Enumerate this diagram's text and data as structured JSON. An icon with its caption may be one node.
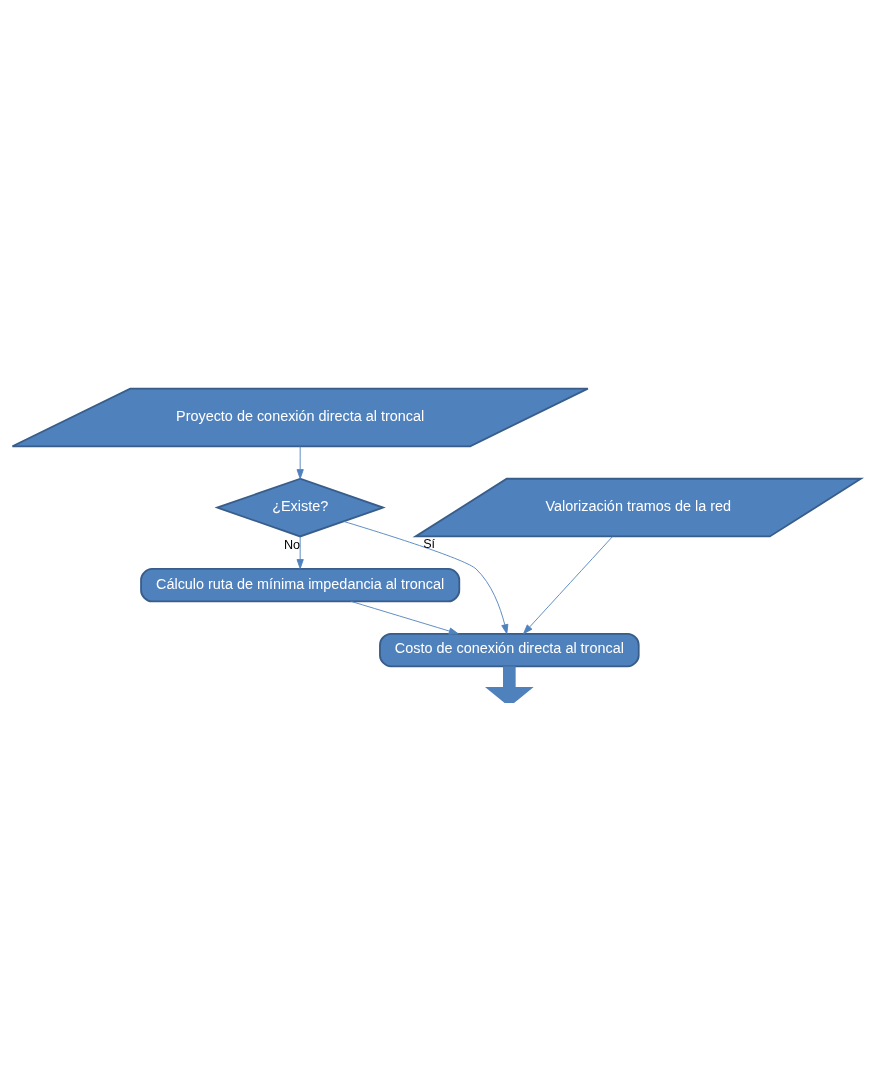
{
  "diagram": {
    "nodes": [
      {
        "text": [
          "Proyecto de conexión directa al troncal"
        ]
      },
      {
        "text": [
          "¿Existe?"
        ]
      },
      {
        "text": [
          "Valorización tramos de la red"
        ]
      },
      {
        "text": [
          "Cálculo ruta de mínima impedancia al troncal"
        ]
      },
      {
        "text": [
          "Costo de conexión directa al troncal"
        ]
      }
    ],
    "edges": [
      {
        "from": 0,
        "to": 1,
        "arrow": "to"
      },
      {
        "from": 1,
        "to": 3,
        "arrow": "to",
        "label": "No"
      },
      {
        "from": 1,
        "to": 4,
        "arrow": "to",
        "label": "Sí"
      },
      {
        "from": 3,
        "to": 4,
        "arrow": "to"
      },
      {
        "from": 2,
        "to": 4,
        "arrow": "to"
      },
      {
        "from": 4,
        "to": null,
        "arrow": "to",
        "style": "thick"
      }
    ]
  }
}
